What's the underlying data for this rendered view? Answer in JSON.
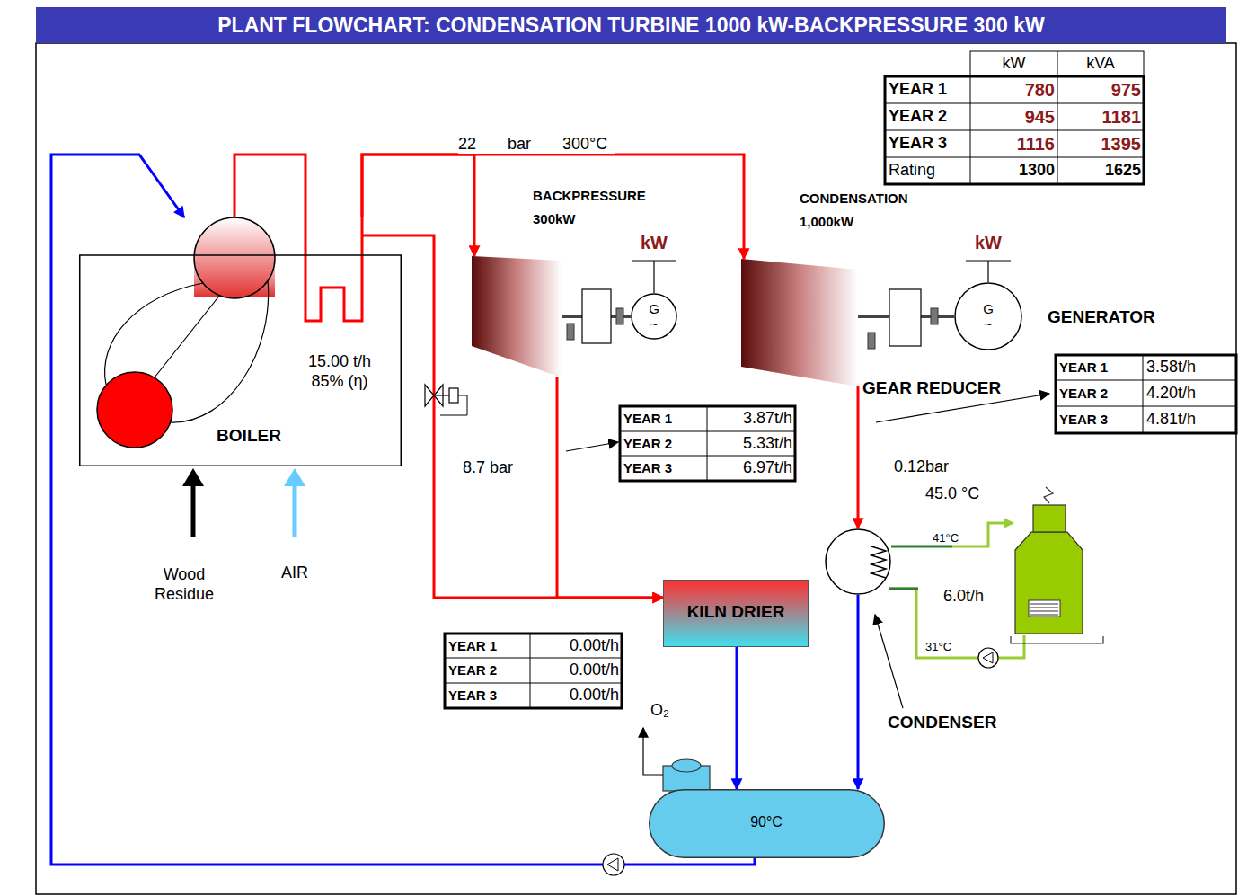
{
  "diagram": {
    "title": "PLANT FLOWCHART: CONDENSATION TURBINE 1000 kW-BACKPRESSURE 300 kW",
    "nodes": [
      {
        "text": [
          "15.00 t/h 85% (η)",
          "BOILER"
        ]
      },
      {
        "text": [
          "BACKPRESSURE 300kW"
        ]
      },
      {
        "text": [
          "kW",
          "G ~"
        ]
      },
      {
        "text": [
          "CONDENSATION 1,000kW"
        ]
      },
      {
        "text": [
          "kW",
          "G ~"
        ]
      },
      {
        "text": [
          "KILN DRIER"
        ]
      },
      {
        "text": [
          "CONDENSER"
        ]
      },
      {
        "text": [
          "90°C"
        ]
      }
    ],
    "edges": [
      {
        "from": 0,
        "to": 1,
        "arrow": "to"
      },
      {
        "from": 0,
        "to": 3,
        "label": "22 bar 300°C",
        "arrow": "to"
      },
      {
        "from": 0,
        "to": 5,
        "arrow": "to"
      },
      {
        "from": 1,
        "to": 5,
        "arrow": "to"
      },
      {
        "from": 3,
        "to": 6,
        "arrow": "to"
      },
      {
        "from": 5,
        "to": 7,
        "arrow": "to"
      },
      {
        "from": 6,
        "to": 7,
        "arrow": "to"
      },
      {
        "from": 7,
        "to": 0,
        "arrow": "to"
      },
      {
        "from": 1,
        "to": 2,
        "arrow": "none"
      },
      {
        "from": 3,
        "to": 4,
        "arrow": "none"
      }
    ],
    "labels": [
      "kW",
      "kVA",
      "YEAR 1",
      "780",
      "975",
      "YEAR 2",
      "945",
      "1181",
      "YEAR 3",
      "1116",
      "1395",
      "Rating",
      "1300",
      "1625",
      "8.7 bar",
      "YEAR 1",
      "3.87t/h",
      "YEAR 2",
      "5.33t/h",
      "YEAR 3",
      "6.97t/h",
      "GENERATOR",
      "GEAR REDUCER",
      "YEAR 1",
      "3.58t/h",
      "YEAR 2",
      "4.20t/h",
      "YEAR 3",
      "4.81t/h",
      "0.12bar",
      "45.0 °C",
      "41°C",
      "6.0t/h",
      "31°C",
      "Wood Residue",
      "AIR",
      "YEAR 1",
      "0.00t/h",
      "YEAR 2",
      "0.00t/h",
      "YEAR 3",
      "0.00t/h",
      "O₂"
    ]
  }
}
